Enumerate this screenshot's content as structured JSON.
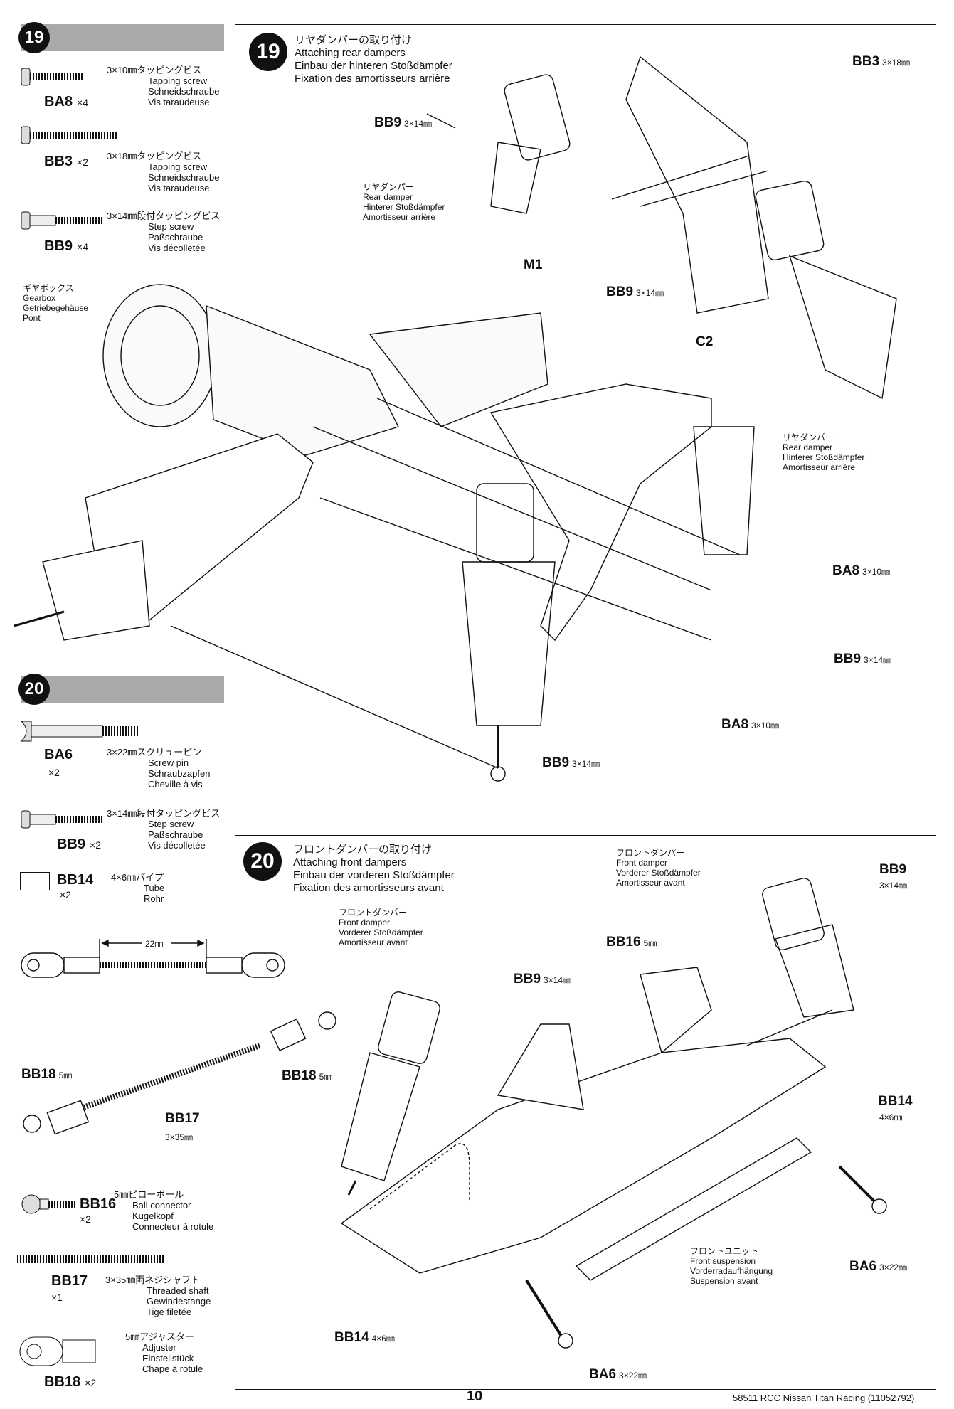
{
  "step19": {
    "number": "19",
    "parts": [
      {
        "code": "BA8",
        "qty": "×4",
        "lines": [
          "3×10㎜タッピングビス",
          "Tapping screw",
          "Schneidschraube",
          "Vis taraudeuse"
        ]
      },
      {
        "code": "BB3",
        "qty": "×2",
        "lines": [
          "3×18㎜タッピングビス",
          "Tapping screw",
          "Schneidschraube",
          "Vis taraudeuse"
        ]
      },
      {
        "code": "BB9",
        "qty": "×4",
        "lines": [
          "3×14㎜段付タッピングビス",
          "Step screw",
          "Paßschraube",
          "Vis décolletée"
        ]
      }
    ],
    "gearbox_label": [
      "ギヤボックス",
      "Gearbox",
      "Getriebegehäuse",
      "Pont"
    ],
    "panel_title": [
      "リヤダンパーの取り付け",
      "Attaching rear dampers",
      "Einbau der hinteren Stoßdämpfer",
      "Fixation des amortisseurs arrière"
    ],
    "rear_damper_label": [
      "リヤダンパー",
      "Rear damper",
      "Hinterer Stoßdämpfer",
      "Amortisseur arrière"
    ],
    "callouts": {
      "bb3": "BB3",
      "bb3_size": "3×18㎜",
      "bb9": "BB9",
      "bb9_size": "3×14㎜",
      "m1": "M1",
      "c2": "C2",
      "ba8": "BA8",
      "ba8_size": "3×10㎜"
    }
  },
  "step20": {
    "number": "20",
    "parts": [
      {
        "code": "BA6",
        "qty": "×2",
        "lines": [
          "3×22㎜スクリューピン",
          "Screw pin",
          "Schraubzapfen",
          "Cheville à vis"
        ]
      },
      {
        "code": "BB9",
        "qty": "×2",
        "lines": [
          "3×14㎜段付タッピングビス",
          "Step screw",
          "Paßschraube",
          "Vis décolletée"
        ]
      },
      {
        "code": "BB14",
        "qty": "×2",
        "lines": [
          "4×6㎜パイプ",
          "Tube",
          "Rohr"
        ]
      },
      {
        "code": "BB16",
        "qty": "×2",
        "lines": [
          "5㎜ピローボール",
          "Ball connector",
          "Kugelkopf",
          "Connecteur à rotule"
        ]
      },
      {
        "code": "BB17",
        "qty": "×1",
        "lines": [
          "3×35㎜両ネジシャフト",
          "Threaded shaft",
          "Gewindestange",
          "Tige filetée"
        ]
      },
      {
        "code": "BB18",
        "qty": "×2",
        "lines": [
          "5㎜アジャスター",
          "Adjuster",
          "Einstellstück",
          "Chape à rotule"
        ]
      }
    ],
    "rod_length": "22㎜",
    "assembly": {
      "bb18": "BB18",
      "bb18_size": "5㎜",
      "bb17": "BB17",
      "bb17_size": "3×35㎜"
    },
    "panel_title": [
      "フロントダンパーの取り付け",
      "Attaching front dampers",
      "Einbau der vorderen Stoßdämpfer",
      "Fixation des amortisseurs avant"
    ],
    "front_damper_label": [
      "フロントダンパー",
      "Front damper",
      "Vorderer Stoßdämpfer",
      "Amortisseur avant"
    ],
    "front_suspension_label": [
      "フロントユニット",
      "Front suspension",
      "Vorderradaufhängung",
      "Suspension avant"
    ],
    "callouts": {
      "bb9": "BB9",
      "bb9_size": "3×14㎜",
      "bb16": "BB16",
      "bb16_size": "5㎜",
      "bb14": "BB14",
      "bb14_size": "4×6㎜",
      "ba6": "BA6",
      "ba6_size": "3×22㎜"
    }
  },
  "footer": {
    "page": "10",
    "product": "58511 RCC Nissan Titan Racing (11052792)"
  }
}
